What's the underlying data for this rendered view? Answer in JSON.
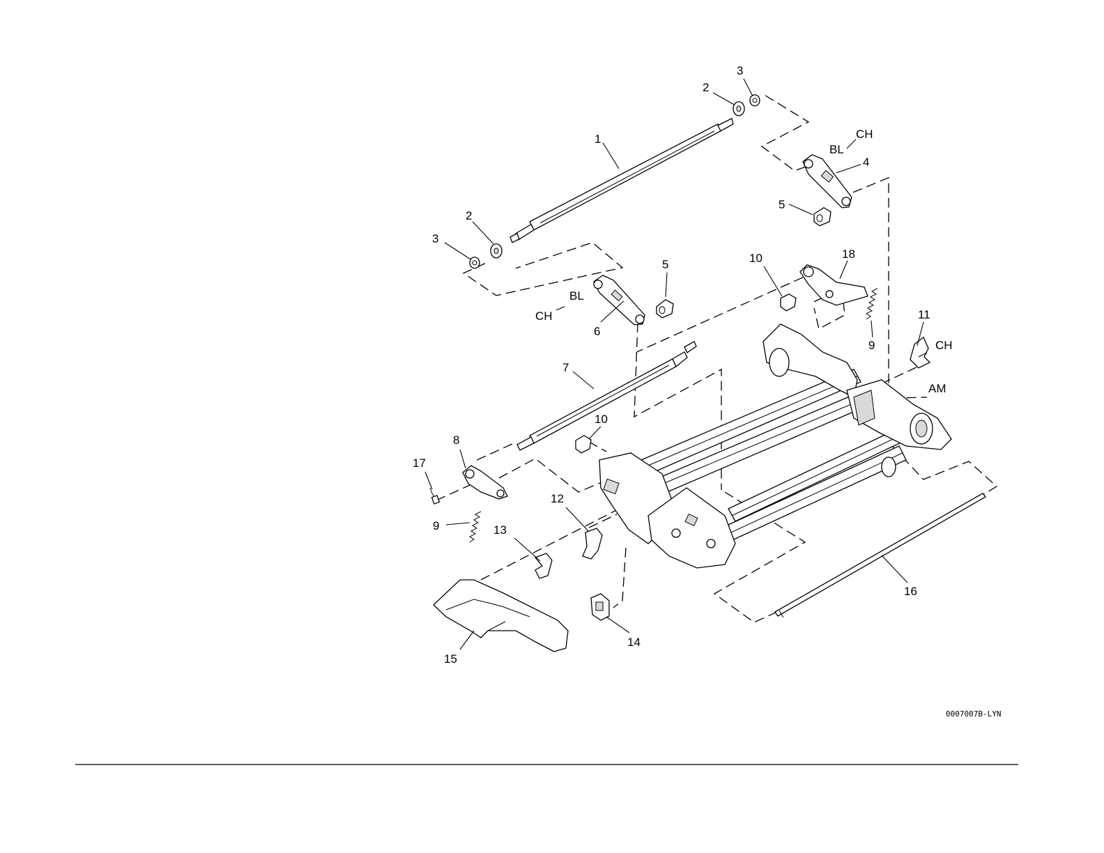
{
  "figure": {
    "callouts": [
      {
        "id": "c1",
        "text": "1"
      },
      {
        "id": "c2a",
        "text": "2"
      },
      {
        "id": "c2b",
        "text": "2"
      },
      {
        "id": "c3a",
        "text": "3"
      },
      {
        "id": "c3b",
        "text": "3"
      },
      {
        "id": "c4",
        "text": "4"
      },
      {
        "id": "c5a",
        "text": "5"
      },
      {
        "id": "c5b",
        "text": "5"
      },
      {
        "id": "c6",
        "text": "6"
      },
      {
        "id": "c7",
        "text": "7"
      },
      {
        "id": "c8",
        "text": "8"
      },
      {
        "id": "c9a",
        "text": "9"
      },
      {
        "id": "c9b",
        "text": "9"
      },
      {
        "id": "c10a",
        "text": "10"
      },
      {
        "id": "c10b",
        "text": "10"
      },
      {
        "id": "c11",
        "text": "11"
      },
      {
        "id": "c12",
        "text": "12"
      },
      {
        "id": "c13",
        "text": "13"
      },
      {
        "id": "c14",
        "text": "14"
      },
      {
        "id": "c15",
        "text": "15"
      },
      {
        "id": "c16",
        "text": "16"
      },
      {
        "id": "c17",
        "text": "17"
      },
      {
        "id": "c18",
        "text": "18"
      }
    ],
    "variant_labels": [
      {
        "id": "v1",
        "text": "CH"
      },
      {
        "id": "v2",
        "text": "BL"
      },
      {
        "id": "v3",
        "text": "BL"
      },
      {
        "id": "v4",
        "text": "CH"
      },
      {
        "id": "v5",
        "text": "CH"
      },
      {
        "id": "v6",
        "text": "AM"
      }
    ],
    "drawing_code": "0007007B-LYN"
  }
}
